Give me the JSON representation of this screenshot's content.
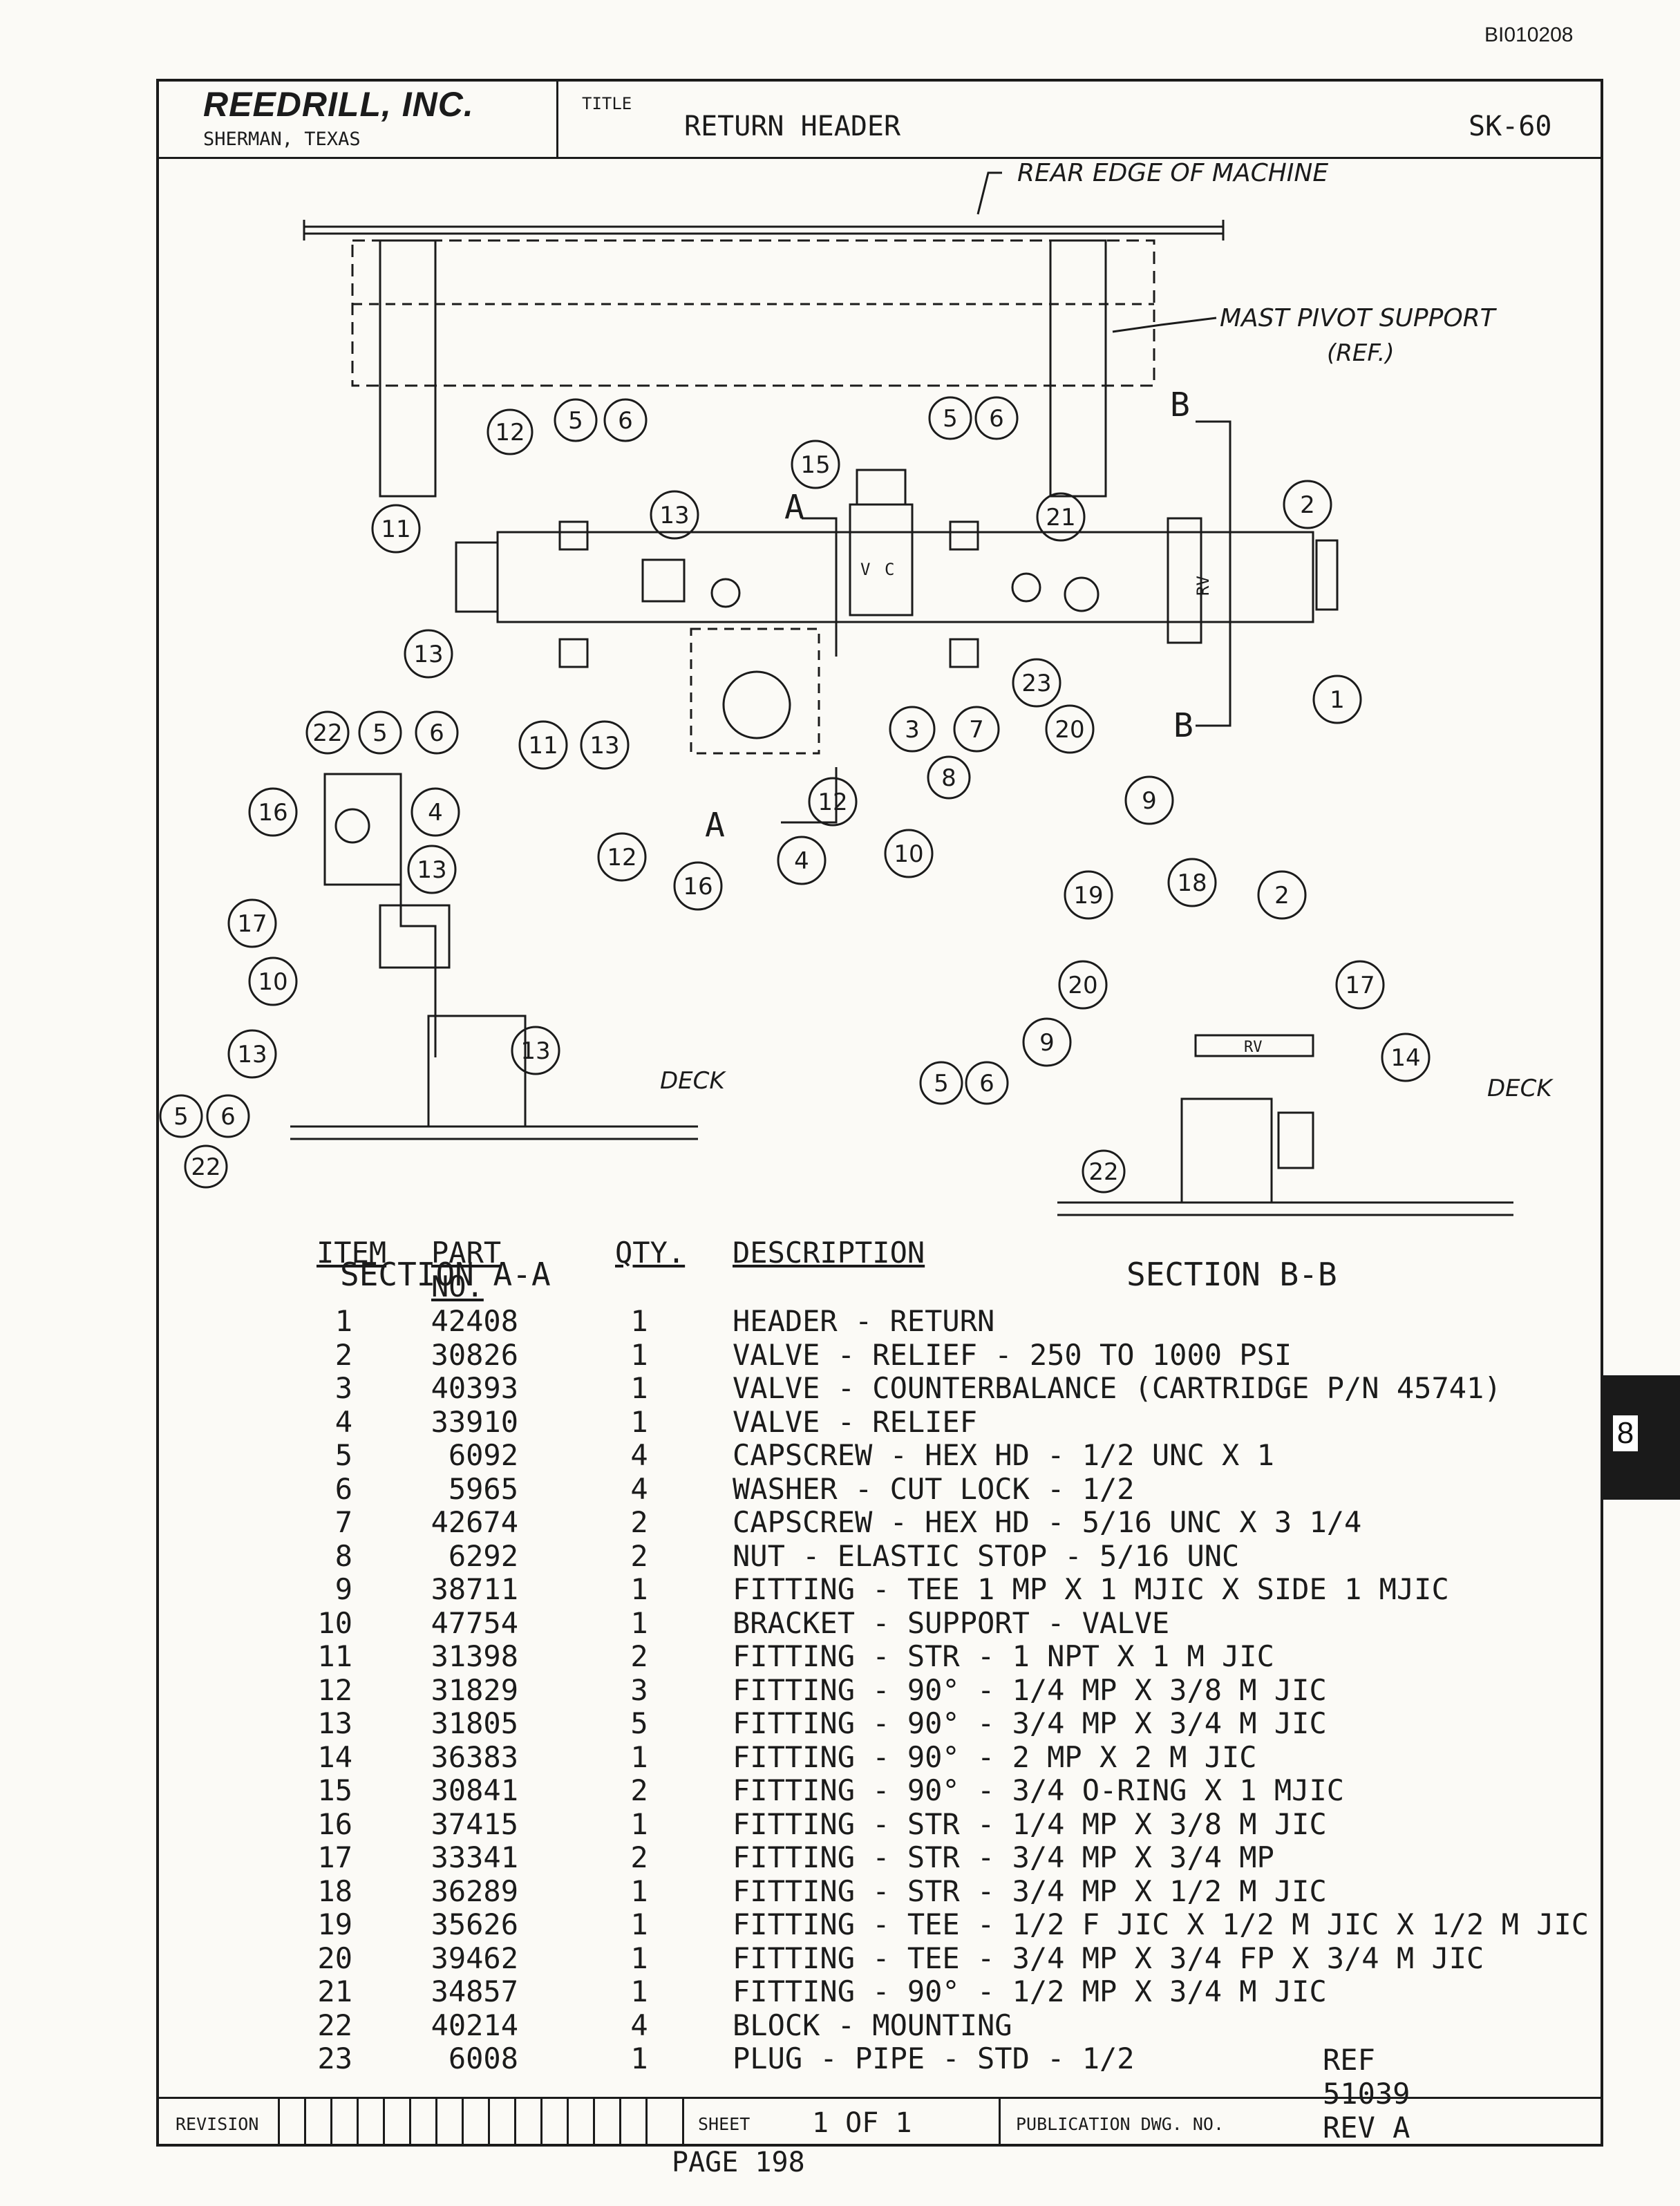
{
  "document_id": "BI010208",
  "title_block": {
    "company": "REEDRILL, INC.",
    "location": "SHERMAN, TEXAS",
    "title_label": "TITLE",
    "title": "RETURN HEADER",
    "sheet_code": "SK-60"
  },
  "drawing": {
    "notes": [
      "REAR EDGE OF MACHINE",
      "MAST PIVOT SUPPORT",
      "(REF.)",
      "DECK",
      "DECK"
    ],
    "section_labels": [
      "SECTION A-A",
      "SECTION B-B"
    ],
    "section_markers": [
      "A",
      "A",
      "B",
      "B"
    ],
    "component_labels": [
      "V",
      "C",
      "RV",
      "RV"
    ]
  },
  "parts_list": {
    "headers": [
      "ITEM",
      "PART NO.",
      "QTY.",
      "DESCRIPTION"
    ],
    "rows": [
      {
        "item": "1",
        "part": "42408",
        "qty": "1",
        "desc": "HEADER - RETURN"
      },
      {
        "item": "2",
        "part": "30826",
        "qty": "1",
        "desc": "VALVE - RELIEF - 250 TO 1000 PSI"
      },
      {
        "item": "3",
        "part": "40393",
        "qty": "1",
        "desc": "VALVE - COUNTERBALANCE (CARTRIDGE P/N 45741)"
      },
      {
        "item": "4",
        "part": "33910",
        "qty": "1",
        "desc": "VALVE - RELIEF"
      },
      {
        "item": "5",
        "part": "6092",
        "qty": "4",
        "desc": "CAPSCREW - HEX HD - 1/2 UNC X 1"
      },
      {
        "item": "6",
        "part": "5965",
        "qty": "4",
        "desc": "WASHER - CUT LOCK - 1/2"
      },
      {
        "item": "7",
        "part": "42674",
        "qty": "2",
        "desc": "CAPSCREW - HEX HD - 5/16 UNC X 3 1/4"
      },
      {
        "item": "8",
        "part": "6292",
        "qty": "2",
        "desc": "NUT - ELASTIC STOP - 5/16 UNC"
      },
      {
        "item": "9",
        "part": "38711",
        "qty": "1",
        "desc": "FITTING - TEE 1 MP X 1 MJIC X SIDE 1 MJIC"
      },
      {
        "item": "10",
        "part": "47754",
        "qty": "1",
        "desc": "BRACKET - SUPPORT - VALVE"
      },
      {
        "item": "11",
        "part": "31398",
        "qty": "2",
        "desc": "FITTING - STR - 1 NPT X 1 M JIC"
      },
      {
        "item": "12",
        "part": "31829",
        "qty": "3",
        "desc": "FITTING - 90° - 1/4 MP X 3/8 M JIC"
      },
      {
        "item": "13",
        "part": "31805",
        "qty": "5",
        "desc": "FITTING - 90° - 3/4 MP X 3/4 M JIC"
      },
      {
        "item": "14",
        "part": "36383",
        "qty": "1",
        "desc": "FITTING - 90° - 2 MP X 2 M JIC"
      },
      {
        "item": "15",
        "part": "30841",
        "qty": "2",
        "desc": "FITTING - 90° - 3/4 O-RING X 1 MJIC"
      },
      {
        "item": "16",
        "part": "37415",
        "qty": "1",
        "desc": "FITTING - STR - 1/4 MP X 3/8 M JIC"
      },
      {
        "item": "17",
        "part": "33341",
        "qty": "2",
        "desc": "FITTING - STR - 3/4 MP X 3/4 MP"
      },
      {
        "item": "18",
        "part": "36289",
        "qty": "1",
        "desc": "FITTING - STR - 3/4 MP X 1/2 M JIC"
      },
      {
        "item": "19",
        "part": "35626",
        "qty": "1",
        "desc": "FITTING - TEE - 1/2 F JIC X 1/2 M JIC X 1/2 M JIC"
      },
      {
        "item": "20",
        "part": "39462",
        "qty": "1",
        "desc": "FITTING - TEE - 3/4 MP X 3/4 FP X 3/4 M JIC"
      },
      {
        "item": "21",
        "part": "34857",
        "qty": "1",
        "desc": "FITTING - 90° - 1/2 MP X 3/4 M JIC"
      },
      {
        "item": "22",
        "part": "40214",
        "qty": "4",
        "desc": "BLOCK - MOUNTING"
      },
      {
        "item": "23",
        "part": "6008",
        "qty": "1",
        "desc": "PLUG - PIPE - STD - 1/2"
      }
    ],
    "reference": "REF 51039 REV A"
  },
  "revision_block": {
    "revision_label": "REVISION",
    "sheet_label": "SHEET",
    "sheet_value": "1 OF 1",
    "publication_label": "PUBLICATION DWG. NO."
  },
  "page_number": "PAGE 198",
  "side_tab": "8"
}
